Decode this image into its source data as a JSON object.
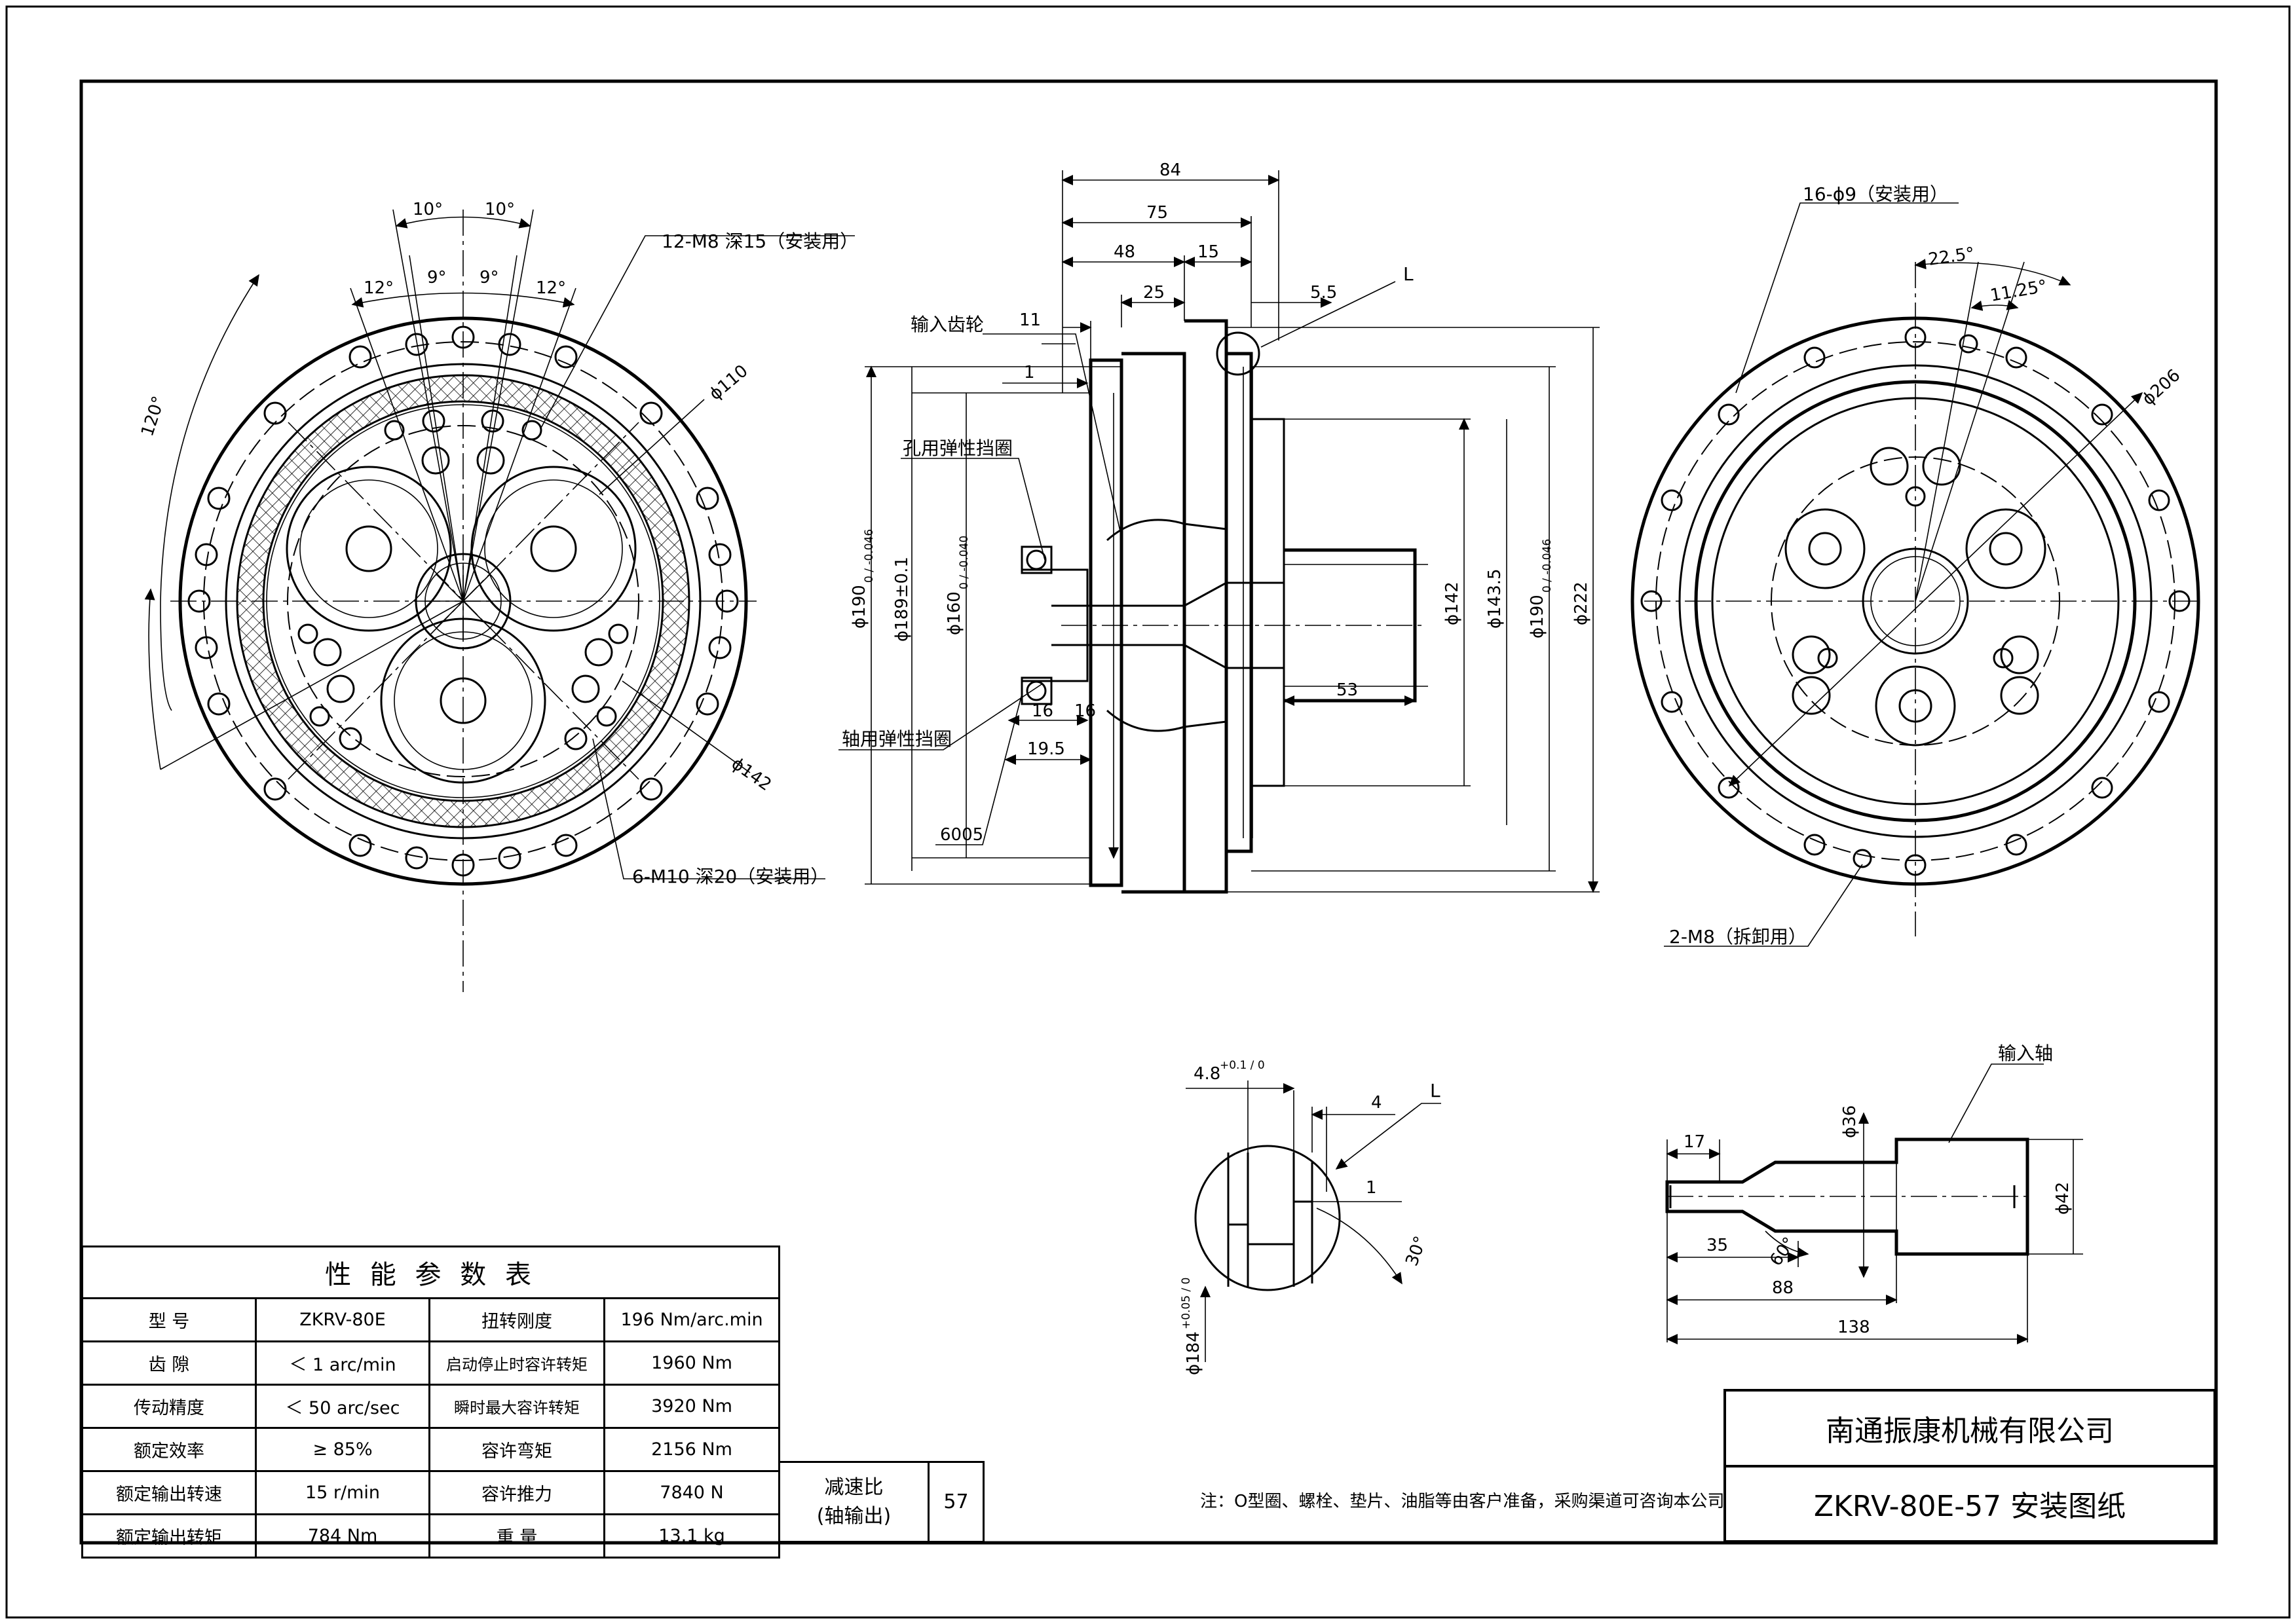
{
  "front_view": {
    "angle_10_left": "10°",
    "angle_10_right": "10°",
    "angle_12_left": "12°",
    "angle_9_left": "9°",
    "angle_9_right": "9°",
    "angle_12_right": "12°",
    "angle_120": "120°",
    "label_m8": "12-M8 深15（安装用）",
    "label_m10": "6-M10 深20（安装用）",
    "dia_110": "ϕ110",
    "dia_142": "ϕ142"
  },
  "section_view": {
    "dim_84": "84",
    "dim_75": "75",
    "dim_48": "48",
    "dim_15": "15",
    "dim_25": "25",
    "dim_5_5": "5.5",
    "dim_11": "11",
    "dim_1": "1",
    "dim_16a": "16",
    "dim_16b": "16",
    "dim_19_5": "19.5",
    "dim_53": "53",
    "label_L": "L",
    "label_input_gear": "输入齿轮",
    "label_hole_circlip": "孔用弹性挡圈",
    "label_shaft_circlip": "轴用弹性挡圈",
    "label_bearing": "6005",
    "dia_190_left": "ϕ190",
    "dia_190_left_tol": "0 / -0.046",
    "dia_189": "ϕ189±0.1",
    "dia_160": "ϕ160",
    "dia_160_tol": "0 / -0.040",
    "dia_142": "ϕ142",
    "dia_143_5": "ϕ143.5",
    "dia_190_right": "ϕ190",
    "dia_190_right_tol": "0 / -0.046",
    "dia_222": "ϕ222"
  },
  "rear_view": {
    "label_holes": "16-ϕ9（安装用）",
    "angle_22_5": "22.5°",
    "angle_11_25": "11.25°",
    "dia_206": "ϕ206",
    "label_m8_removal": "2-M8（拆卸用）"
  },
  "detail_view": {
    "dim_4_8": "4.8",
    "dim_4_8_tol": "+0.1 / 0",
    "dim_4": "4",
    "dim_1": "1",
    "angle_30": "30°",
    "label_L": "L",
    "dia_184": "ϕ184",
    "dia_184_tol": "+0.05 / 0"
  },
  "input_shaft": {
    "label": "输入轴",
    "dim_17": "17",
    "dia_36": "ϕ36",
    "dia_42": "ϕ42",
    "dim_35": "35",
    "angle_60": "60°",
    "dim_88": "88",
    "dim_138": "138"
  },
  "param_table": {
    "title": "性 能 参 数 表",
    "rows": [
      [
        "型  号",
        "ZKRV-80E",
        "扭转刚度",
        "196 Nm/arc.min"
      ],
      [
        "齿  隙",
        "＜ 1 arc/min",
        "启动停止时容许转矩",
        "1960 Nm"
      ],
      [
        "传动精度",
        "＜ 50 arc/sec",
        "瞬时最大容许转矩",
        "3920 Nm"
      ],
      [
        "额定效率",
        "≥ 85%",
        "容许弯矩",
        "2156 Nm"
      ],
      [
        "额定输出转速",
        "15 r/min",
        "容许推力",
        "7840 N"
      ],
      [
        "额定输出转矩",
        "784 Nm",
        "重  量",
        "13.1 kg"
      ]
    ]
  },
  "ratio_box": {
    "label_line1": "减速比",
    "label_line2": "(轴输出)",
    "value": "57"
  },
  "note": "注：O型圈、螺栓、垫片、油脂等由客户准备，采购渠道可咨询本公司",
  "title_block": {
    "company": "南通振康机械有限公司",
    "drawing_title": "ZKRV-80E-57  安装图纸"
  }
}
